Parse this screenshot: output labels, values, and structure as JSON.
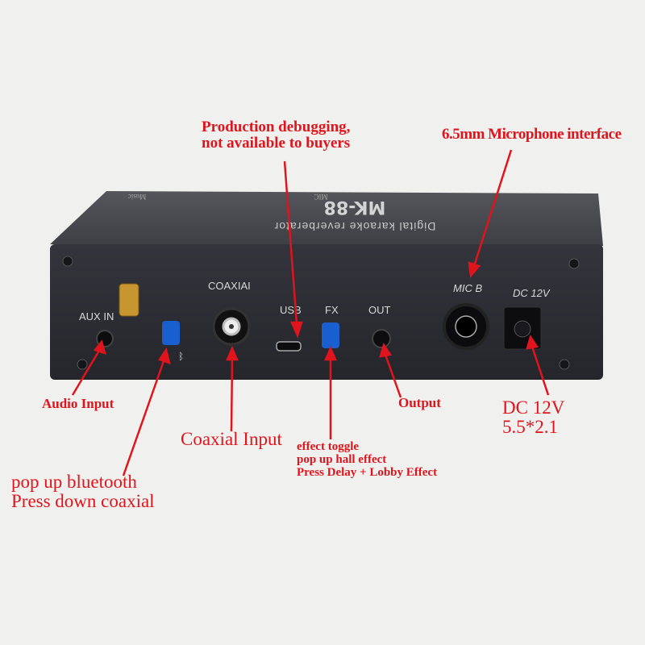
{
  "device": {
    "model": "MK-88",
    "subtitle": "Digital karaoke reverberator",
    "top_labels": [
      "Music",
      "MIC"
    ],
    "panel_labels": {
      "aux_in": "AUX IN",
      "coaxial": "COAXIAI",
      "usb": "USB",
      "fx": "FX",
      "out": "OUT",
      "mic_b": "MIC B",
      "dc": "DC 12V"
    },
    "colors": {
      "body": "#2b2c33",
      "top": "#4a4b50",
      "button": "#1a5fd0",
      "annotation": "#e0141c"
    }
  },
  "annotations": {
    "usb": [
      "Production debugging,",
      "not available to buyers"
    ],
    "mic": "6.5mm Microphone interface",
    "audio_input": "Audio Input",
    "bluetooth": [
      "pop up bluetooth",
      "Press down coaxial"
    ],
    "coaxial": "Coaxial Input",
    "fx": [
      "effect toggle",
      "pop up hall effect",
      "Press Delay + Lobby Effect"
    ],
    "output": "Output",
    "dc": [
      "DC 12V",
      "5.5*2.1"
    ]
  }
}
